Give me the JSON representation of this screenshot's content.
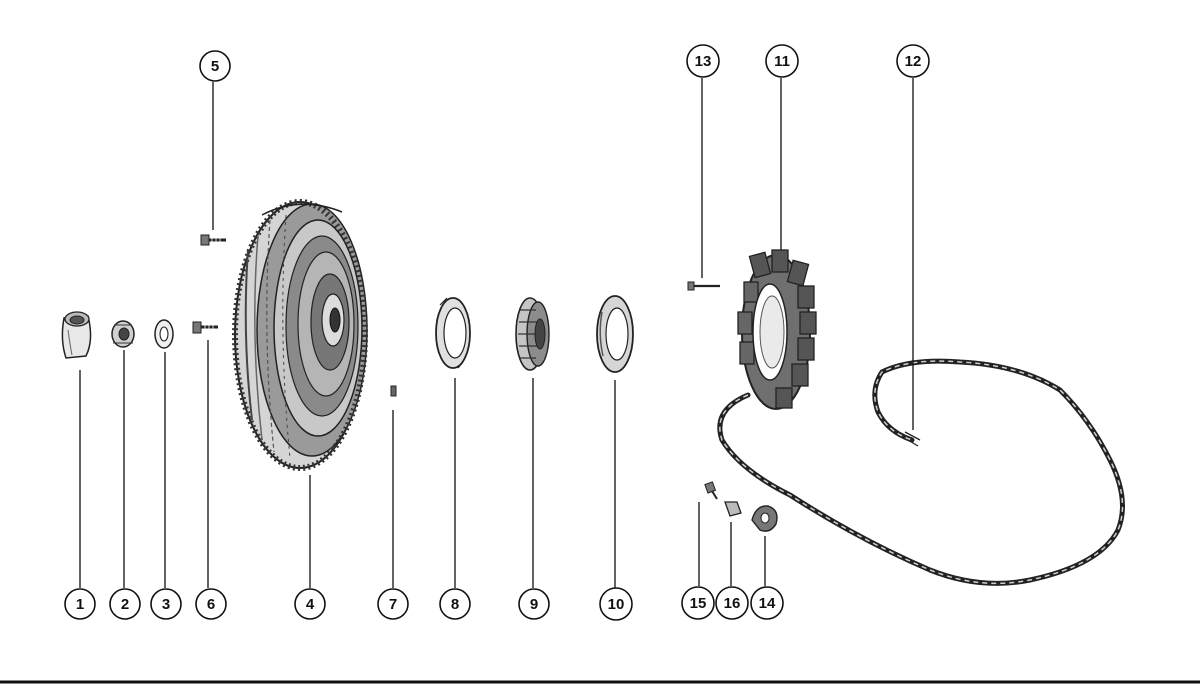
{
  "diagram": {
    "callouts": [
      {
        "id": "1",
        "label": "1"
      },
      {
        "id": "2",
        "label": "2"
      },
      {
        "id": "3",
        "label": "3"
      },
      {
        "id": "4",
        "label": "4"
      },
      {
        "id": "5",
        "label": "5"
      },
      {
        "id": "6",
        "label": "6"
      },
      {
        "id": "7",
        "label": "7"
      },
      {
        "id": "8",
        "label": "8"
      },
      {
        "id": "9",
        "label": "9"
      },
      {
        "id": "10",
        "label": "10"
      },
      {
        "id": "11",
        "label": "11"
      },
      {
        "id": "12",
        "label": "12"
      },
      {
        "id": "13",
        "label": "13"
      },
      {
        "id": "14",
        "label": "14"
      },
      {
        "id": "15",
        "label": "15"
      },
      {
        "id": "16",
        "label": "16"
      }
    ],
    "colors": {
      "ink": "#111111",
      "background": "#ffffff",
      "shade": "#555555"
    }
  }
}
